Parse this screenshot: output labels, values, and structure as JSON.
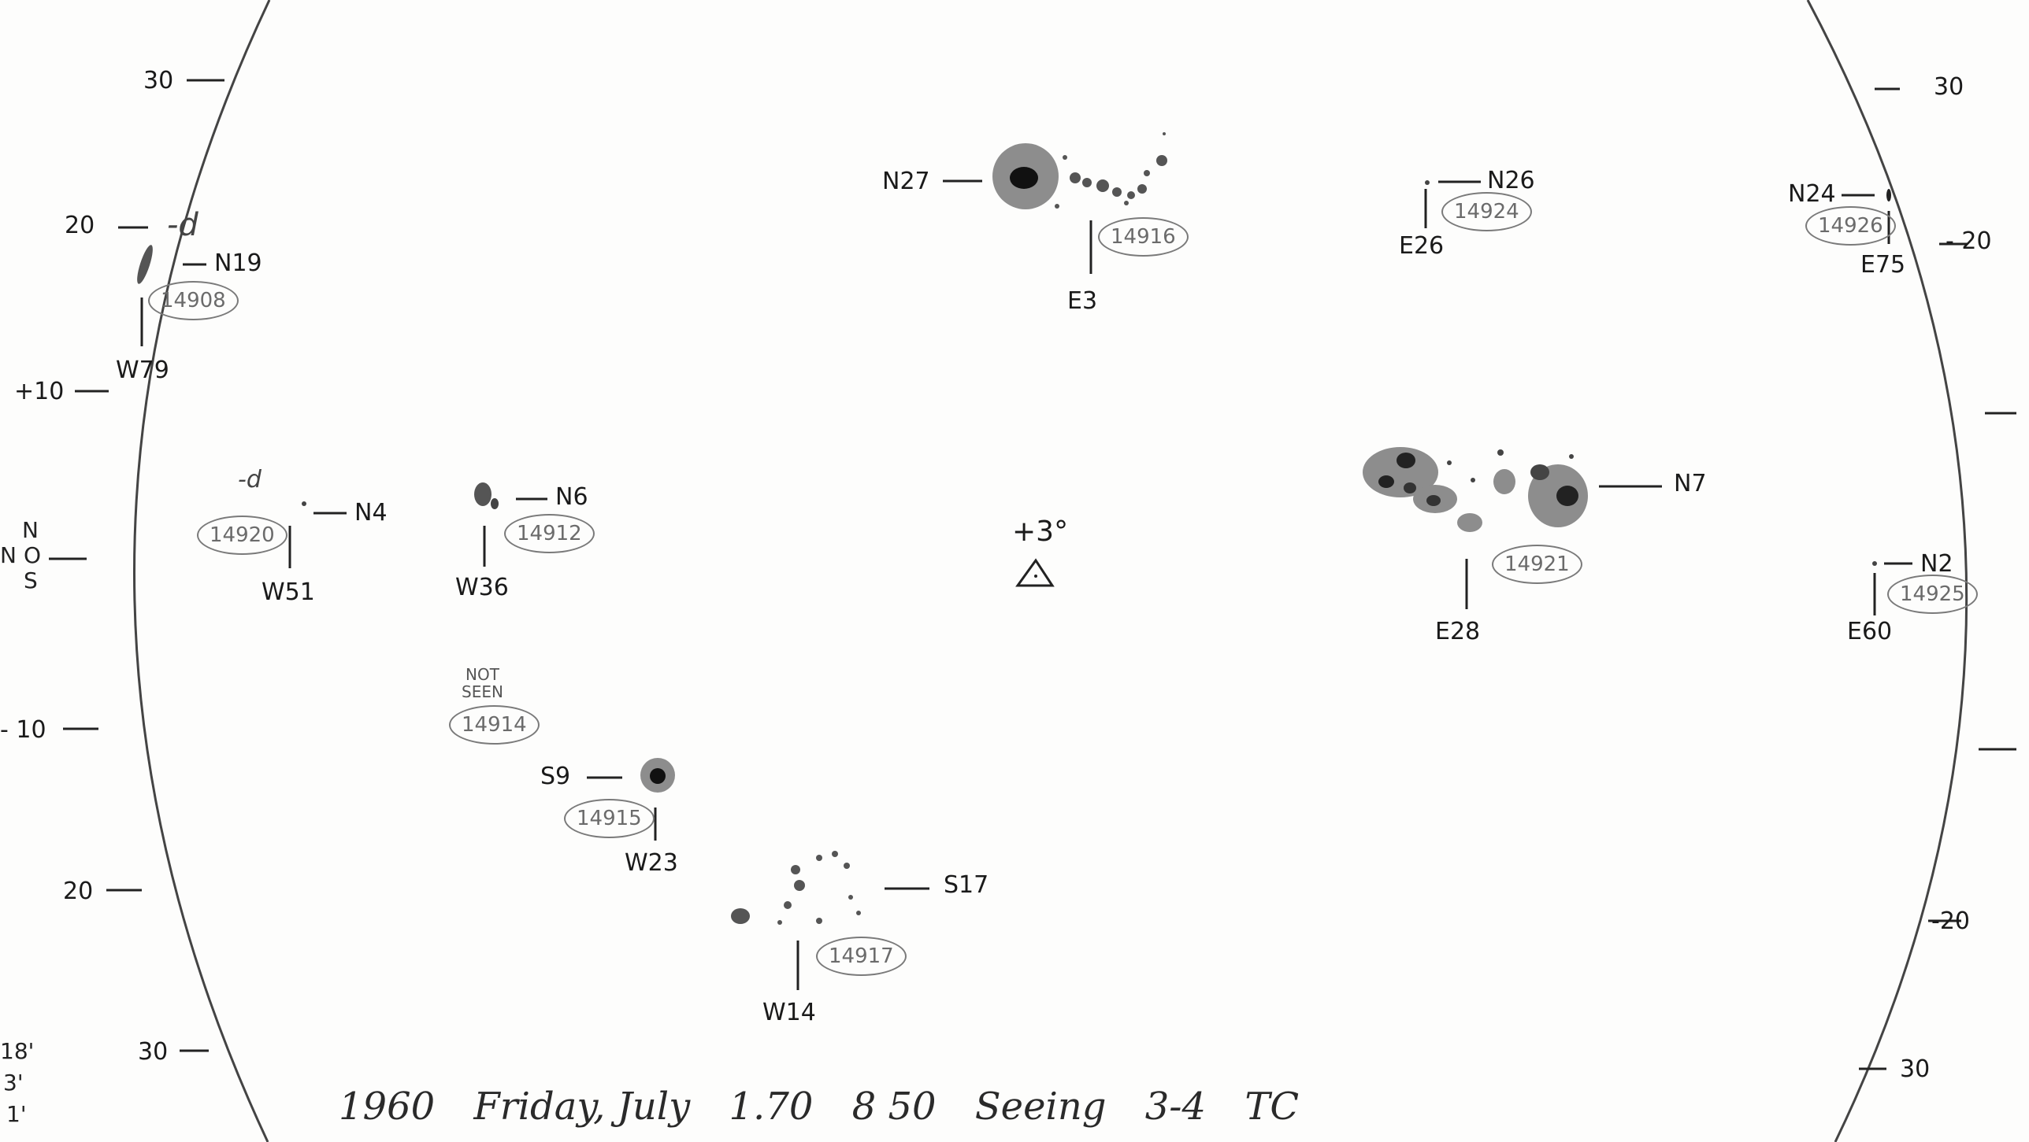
{
  "sheet": {
    "grid_left": [
      "30",
      "20",
      "+10",
      "- 10",
      "20",
      "30"
    ],
    "grid_right": [
      "30",
      "- 20",
      "-20",
      "30"
    ],
    "axis_left": {
      "n": "N",
      "o": "O",
      "s": "S",
      "edge_n": "N"
    },
    "left_edge_notes": [
      "18'",
      "3'",
      "1'"
    ],
    "center_mark": "+3°",
    "groups": [
      {
        "number": "14908",
        "lat": "N19",
        "lon": "W79"
      },
      {
        "number": "14916",
        "lat": "N27",
        "lon": "E3"
      },
      {
        "number": "14924",
        "lat": "N26",
        "lon": "E26"
      },
      {
        "number": "14926",
        "lat": "N24",
        "lon": "E75"
      },
      {
        "number": "14920",
        "lat": "N4",
        "lon": "W51"
      },
      {
        "number": "14912",
        "lat": "N6",
        "lon": "W36"
      },
      {
        "number": "14921",
        "lat": "N7",
        "lon": "E28"
      },
      {
        "number": "14925",
        "lat": "N2",
        "lon": "E60"
      },
      {
        "number": "14914",
        "lat": "",
        "lon": ""
      },
      {
        "number": "14915",
        "lat": "S9",
        "lon": "W23"
      },
      {
        "number": "14917",
        "lat": "S17",
        "lon": "W14"
      }
    ],
    "not_seen": [
      "NOT",
      "SEEN"
    ],
    "marks": [
      "-d",
      "-d"
    ],
    "footer": [
      "1960",
      "Friday, July",
      "1.70",
      "8 50",
      "Seeing",
      "3-4",
      "TC"
    ]
  }
}
